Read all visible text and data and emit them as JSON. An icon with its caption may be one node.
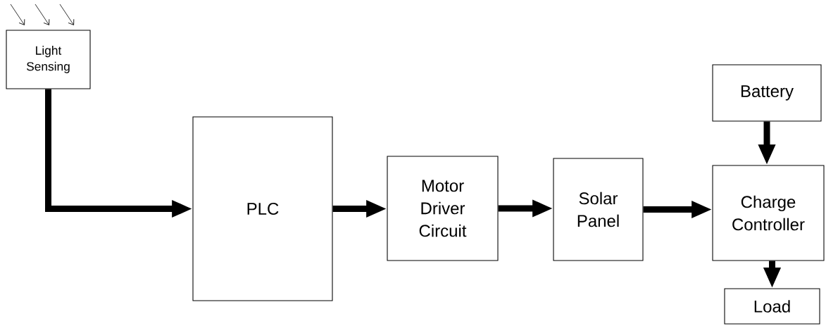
{
  "diagram": {
    "nodes": [
      {
        "text": [
          "Light Sensing"
        ]
      },
      {
        "text": [
          "PLC"
        ]
      },
      {
        "text": [
          "Motor Driver Circuit"
        ]
      },
      {
        "text": [
          "Solar Panel"
        ]
      },
      {
        "text": [
          "Battery"
        ]
      },
      {
        "text": [
          "Charge Controller"
        ]
      },
      {
        "text": [
          "Load"
        ]
      }
    ],
    "edges": [
      {
        "from": 0,
        "to": 1,
        "arrow": "to"
      },
      {
        "from": 1,
        "to": 2,
        "arrow": "to"
      },
      {
        "from": 2,
        "to": 3,
        "arrow": "to"
      },
      {
        "from": 3,
        "to": 5,
        "arrow": "to"
      },
      {
        "from": 4,
        "to": 5,
        "arrow": "to"
      },
      {
        "from": 5,
        "to": 6,
        "arrow": "to"
      },
      {
        "from": null,
        "to": 0,
        "arrow": "to"
      },
      {
        "from": null,
        "to": 0,
        "arrow": "to"
      },
      {
        "from": null,
        "to": 0,
        "arrow": "to"
      }
    ]
  }
}
